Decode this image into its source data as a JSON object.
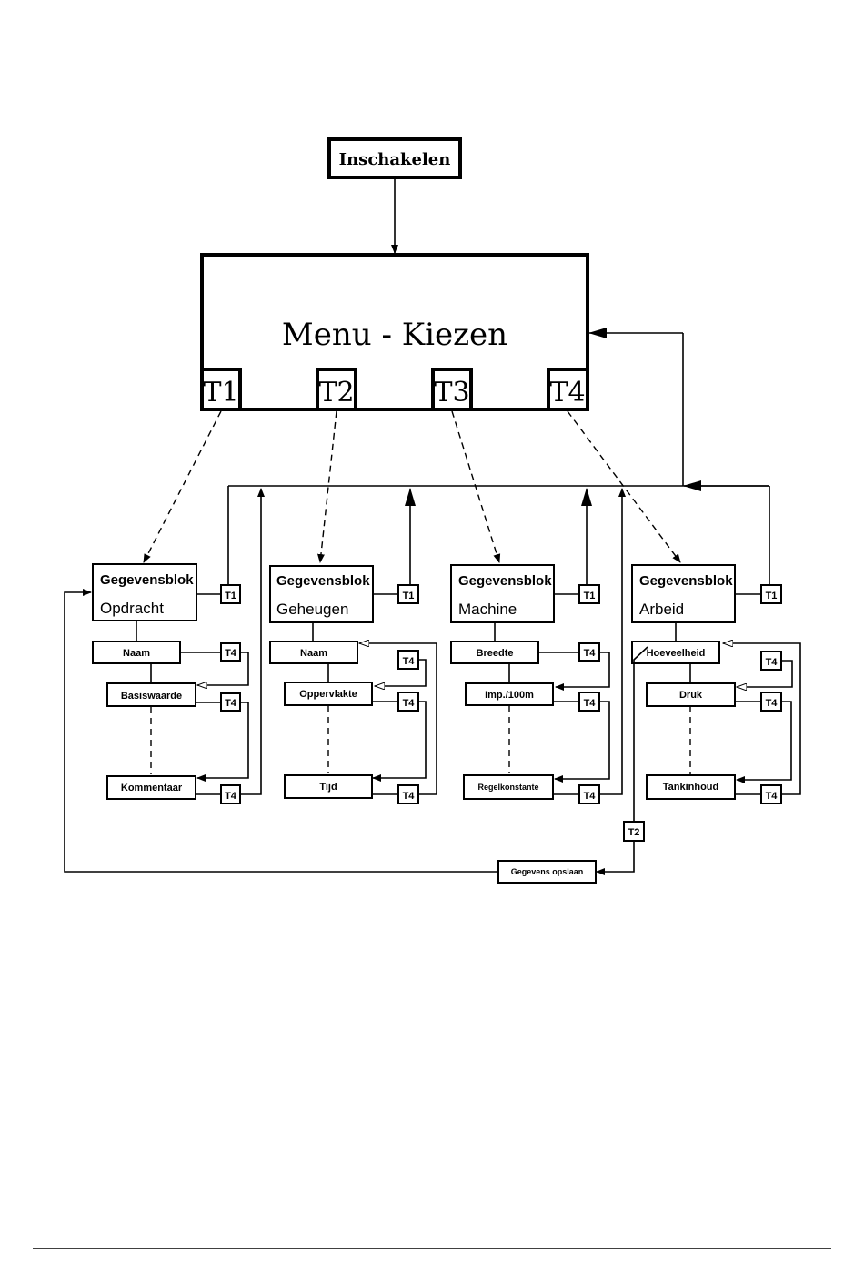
{
  "start": {
    "label": "Inschakelen"
  },
  "menu": {
    "title": "Menu - Kiezen",
    "keys": [
      "T1",
      "T2",
      "T3",
      "T4"
    ]
  },
  "blocks": [
    {
      "line1": "Gegevensblok",
      "line2": "Opdracht",
      "key": "T1",
      "items": [
        "Naam",
        "Basiswaarde",
        "Kommentaar"
      ],
      "item_keys": [
        "T4",
        "T4",
        "T4"
      ]
    },
    {
      "line1": "Gegevensblok",
      "line2": "Geheugen",
      "key": "T1",
      "items": [
        "Naam",
        "Oppervlakte",
        "Tijd"
      ],
      "item_keys": [
        "T4",
        "T4",
        "T4"
      ]
    },
    {
      "line1": "Gegevensblok",
      "line2": "Machine",
      "key": "T1",
      "items": [
        "Breedte",
        "Imp./100m",
        "Regelkonstante"
      ],
      "item_keys": [
        "T4",
        "T4",
        "T4"
      ]
    },
    {
      "line1": "Gegevensblok",
      "line2": "Arbeid",
      "key": "T1",
      "items": [
        "Hoeveelheid",
        "Druk",
        "Tankinhoud"
      ],
      "item_keys": [
        "T4",
        "T4",
        "T4"
      ]
    }
  ],
  "save": {
    "key": "T2",
    "label": "Gegevens opslaan"
  }
}
